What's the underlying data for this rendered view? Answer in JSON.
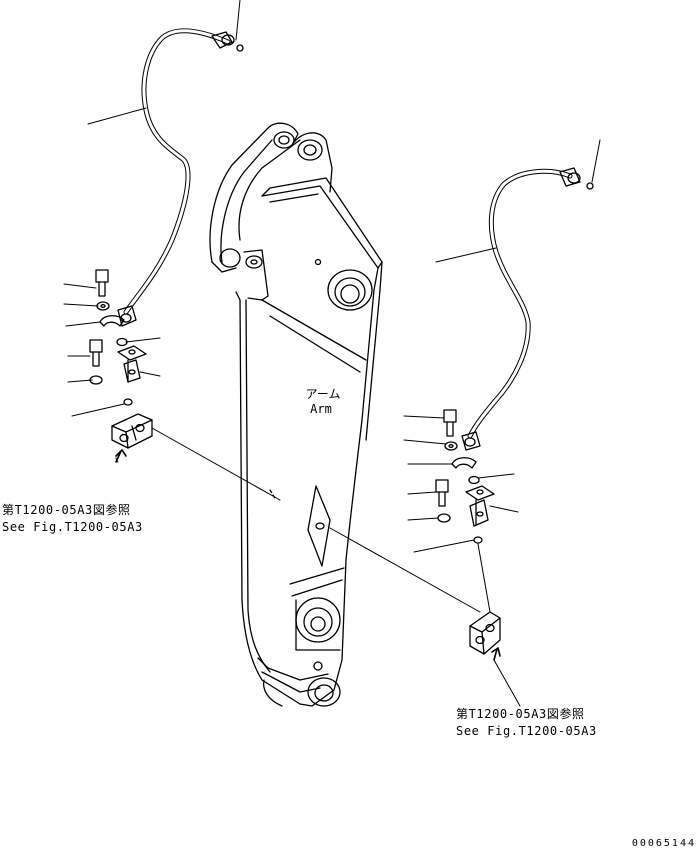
{
  "arm_label": {
    "jp": "アーム",
    "en": "Arm"
  },
  "references": {
    "left": {
      "jp": "第T1200-05A3図参照",
      "en": "See Fig.T1200-05A3"
    },
    "right": {
      "jp": "第T1200-05A3図参照",
      "en": "See Fig.T1200-05A3"
    }
  },
  "document_number": "00065144",
  "icons": [
    "arm-boom",
    "hydraulic-hose",
    "bolt",
    "washer",
    "clamp",
    "o-ring",
    "valve-block",
    "pointer-arrow"
  ]
}
